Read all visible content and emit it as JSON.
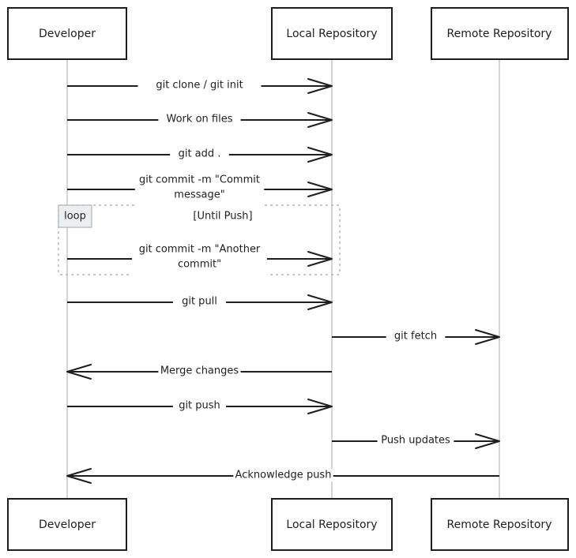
{
  "participants": [
    {
      "id": "dev",
      "label": "Developer"
    },
    {
      "id": "local",
      "label": "Local Repository"
    },
    {
      "id": "remote",
      "label": "Remote Repository"
    }
  ],
  "loop": {
    "tag": "loop",
    "condition": "[Until Push]"
  },
  "messages": [
    {
      "from": "dev",
      "to": "local",
      "lines": [
        "git clone / git init"
      ]
    },
    {
      "from": "dev",
      "to": "local",
      "lines": [
        "Work on files"
      ]
    },
    {
      "from": "dev",
      "to": "local",
      "lines": [
        "git add ."
      ]
    },
    {
      "from": "dev",
      "to": "local",
      "lines": [
        "git commit -m \"Commit",
        "message\""
      ]
    },
    {
      "from": "dev",
      "to": "local",
      "lines": [
        "git commit -m \"Another",
        "commit\""
      ],
      "in_loop": true
    },
    {
      "from": "dev",
      "to": "local",
      "lines": [
        "git pull"
      ]
    },
    {
      "from": "local",
      "to": "remote",
      "lines": [
        "git fetch"
      ]
    },
    {
      "from": "local",
      "to": "dev",
      "lines": [
        "Merge changes"
      ]
    },
    {
      "from": "dev",
      "to": "local",
      "lines": [
        "git push"
      ]
    },
    {
      "from": "local",
      "to": "remote",
      "lines": [
        "Push updates"
      ]
    },
    {
      "from": "remote",
      "to": "dev",
      "lines": [
        "Acknowledge push"
      ]
    }
  ]
}
